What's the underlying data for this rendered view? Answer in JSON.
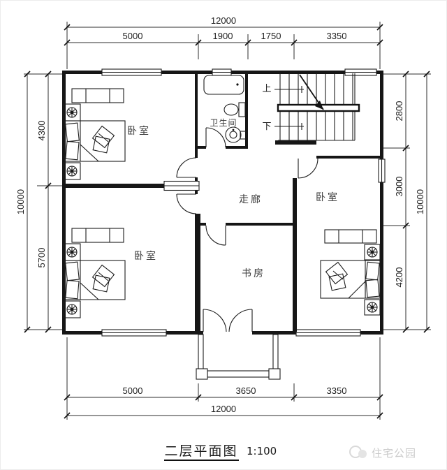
{
  "title": {
    "text": "二层平面图",
    "scale": "1:100"
  },
  "watermark": {
    "text": "住宅公园"
  },
  "rooms": {
    "bedroom_top_left": "卧室",
    "bedroom_bottom_left": "卧室",
    "bedroom_right": "卧室",
    "bathroom": "卫生间",
    "corridor": "走廊",
    "study": "书房"
  },
  "stairs": {
    "up_label": "上",
    "down_label": "下"
  },
  "dimensions": {
    "top": {
      "overall": "12000",
      "segments": [
        "5000",
        "1900",
        "1750",
        "3350"
      ]
    },
    "bottom": {
      "overall": "12000",
      "segments": [
        "5000",
        "3650",
        "3350"
      ]
    },
    "left": {
      "overall": "10000",
      "segments": [
        "4300",
        "5700"
      ]
    },
    "right": {
      "overall": "10000",
      "segments": [
        "2800",
        "3000",
        "4200"
      ]
    }
  },
  "colors": {
    "wall": "#161616",
    "line": "#1d1d1d",
    "dimension_text": "#1e1e1e",
    "watermark": "#cbcbcb",
    "background": "#ffffff"
  }
}
